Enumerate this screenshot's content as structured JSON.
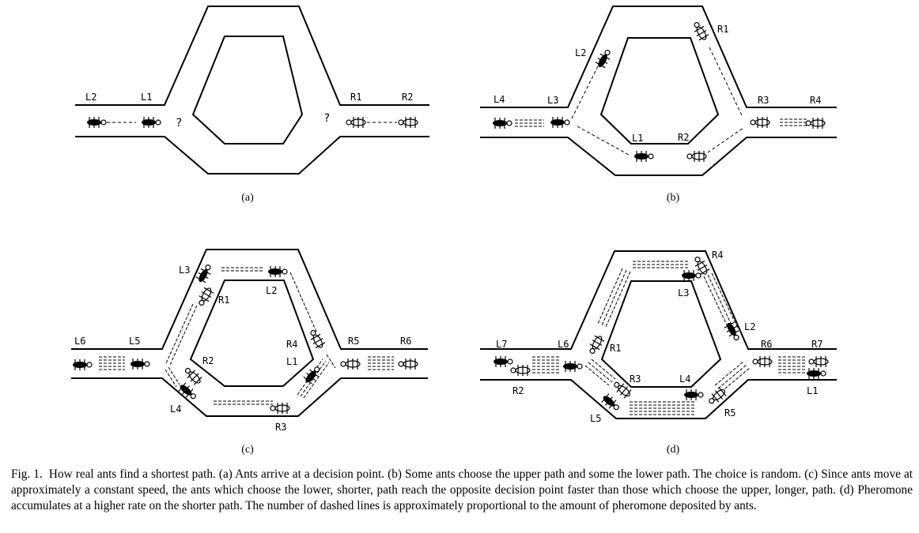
{
  "panels": [
    {
      "id": "a",
      "caption": "(a)",
      "labels": [
        "L2",
        "L1",
        "R1",
        "R2"
      ],
      "marks": [
        "?",
        "?"
      ]
    },
    {
      "id": "b",
      "caption": "(b)",
      "labels": [
        "L4",
        "L3",
        "L2",
        "L1",
        "R1",
        "R2",
        "R3",
        "R4"
      ]
    },
    {
      "id": "c",
      "caption": "(c)",
      "labels": [
        "L6",
        "L5",
        "L3",
        "L2",
        "R1",
        "R2",
        "R3",
        "R4",
        "R5",
        "R6",
        "L1",
        "L4"
      ]
    },
    {
      "id": "d",
      "caption": "(d)",
      "labels": [
        "L7",
        "L6",
        "R1",
        "R2",
        "R3",
        "L3",
        "R4",
        "L2",
        "L4",
        "R5",
        "L5",
        "R6",
        "R7",
        "L1"
      ]
    }
  ],
  "caption": {
    "prefix": "Fig. 1.",
    "text": "How real ants find a shortest path. (a) Ants arrive at a decision point. (b) Some ants choose the upper path and some the lower path. The choice is random. (c) Since ants move at approximately a constant speed, the ants which choose the lower, shorter, path reach the opposite decision point faster than those which choose the upper, longer, path. (d) Pheromone accumulates at a higher rate on the shorter path. The number of dashed lines is approximately proportional to the amount of pheromone deposited by ants."
  }
}
